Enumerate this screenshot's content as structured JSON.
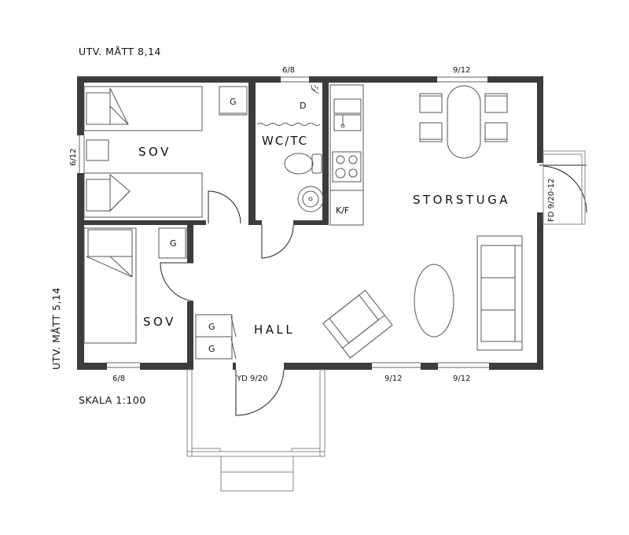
{
  "dimensions": {
    "width_label": "UTV. MÅTT 8,14",
    "depth_label": "UTV. MÅTT 5,14",
    "scale_label": "SKALA 1:100"
  },
  "rooms": {
    "sov_upper": "SOV",
    "sov_lower": "SOV",
    "wc": "WC/TC",
    "living": "STORSTUGA",
    "hall": "HALL"
  },
  "fixtures": {
    "kitchen_fridge": "K/F",
    "shower_drain": "D",
    "wardrobe": "G"
  },
  "openings": {
    "top_wc_window": "6/8",
    "top_living_window": "9/12",
    "left_window": "6/12",
    "bottom_left_window": "6/8",
    "entry_door": "YD 9/20",
    "bottom_mid_window": "9/12",
    "bottom_right_window": "9/12",
    "terrace_door": "FD 9/20-12"
  }
}
